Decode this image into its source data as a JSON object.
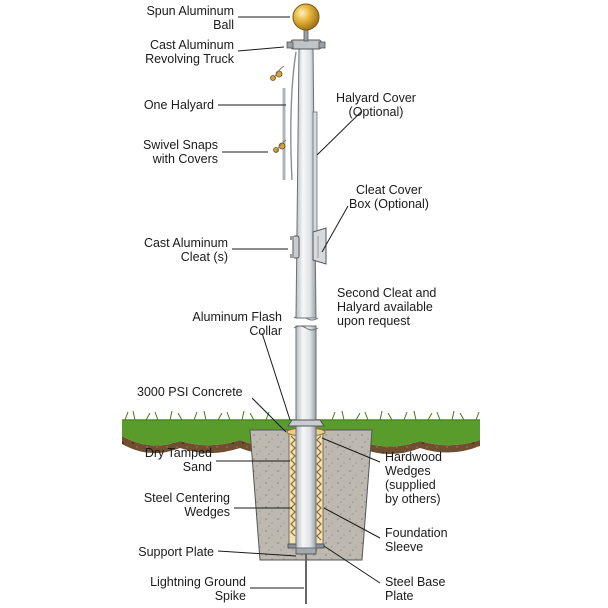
{
  "labels": {
    "spun_ball": [
      "Spun Aluminum",
      "Ball"
    ],
    "revolving_truck": [
      "Cast Aluminum",
      "Revolving Truck"
    ],
    "one_halyard": [
      "One Halyard"
    ],
    "swivel_snaps": [
      "Swivel Snaps",
      "with Covers"
    ],
    "cast_cleat": [
      "Cast Aluminum",
      "Cleat (s)"
    ],
    "flash_collar": [
      "Aluminum Flash",
      "Collar"
    ],
    "concrete": [
      "3000 PSI Concrete"
    ],
    "dry_sand": [
      "Dry Tamped",
      "Sand"
    ],
    "centering_wedges": [
      "Steel Centering",
      "Wedges"
    ],
    "support_plate": [
      "Support Plate"
    ],
    "lightning_spike": [
      "Lightning Ground",
      "Spike"
    ],
    "halyard_cover": [
      "Halyard Cover",
      "(Optional)"
    ],
    "cleat_cover_box": [
      "Cleat Cover",
      "Box (Optional)"
    ],
    "second_cleat": [
      "Second Cleat and",
      "Halyard available",
      "upon request"
    ],
    "hardwood_wedges": [
      "Hardwood",
      "Wedges",
      "(supplied",
      "by others)"
    ],
    "foundation_sleeve": [
      "Foundation",
      "Sleeve"
    ],
    "steel_base_plate": [
      "Steel Base",
      "Plate"
    ]
  },
  "colors": {
    "pole_light": "#f4f5f6",
    "pole_mid": "#d7dadd",
    "pole_dark": "#9aa0a6",
    "ball": "#e0b23a",
    "grass": "#5a9c2c",
    "soil": "#6b4a2b",
    "concrete": "#b9b6ae",
    "sand": "#f2e2b6",
    "wedge": "#8a6a2a"
  }
}
